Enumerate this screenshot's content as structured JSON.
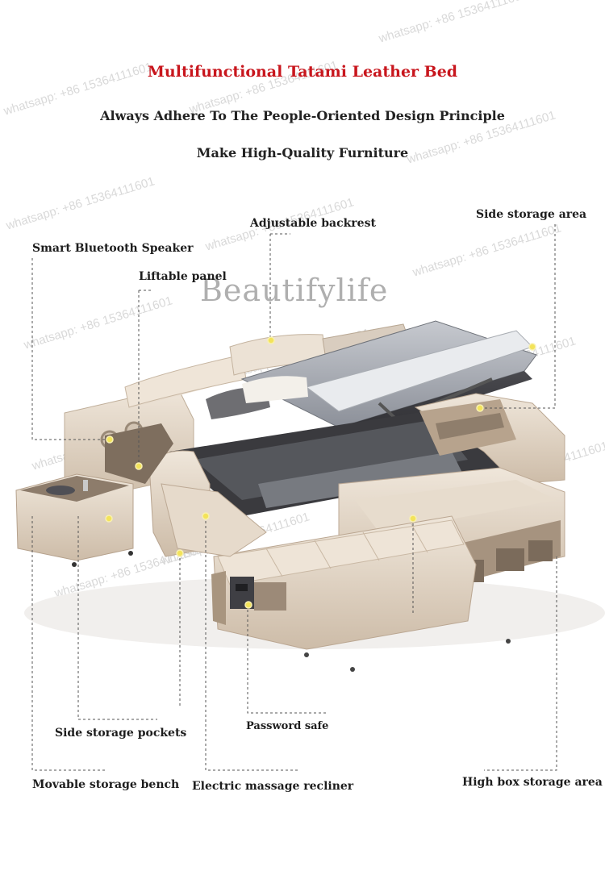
{
  "header": {
    "title": "Multifunctional Tatami Leather Bed",
    "subtitle1": "Always Adhere To The People-Oriented Design Principle",
    "subtitle2": "Make High-Quality Furniture"
  },
  "brand": "Beautifylife",
  "watermark": "whatsapp: +86 15364111601",
  "labels": {
    "adjustable_backrest": "Adjustable backrest",
    "side_storage_area": "Side storage area",
    "smart_speaker": "Smart Bluetooth Speaker",
    "liftable_panel": "Liftable panel",
    "side_storage_pockets": "Side storage pockets",
    "password_safe": "Password safe",
    "movable_bench": "Movable storage bench",
    "massage_recliner": "Electric massage recliner",
    "high_box_storage": "High box storage area"
  },
  "colors": {
    "title": "#c8161d",
    "leather": "#e3d6c6",
    "leather_shadow": "#c9b8a4",
    "dark_frame": "#3b3b3e",
    "wood": "#9c8a78",
    "mattress": "#9fa3aa",
    "marker": "#f3e35a",
    "line": "#555555"
  }
}
